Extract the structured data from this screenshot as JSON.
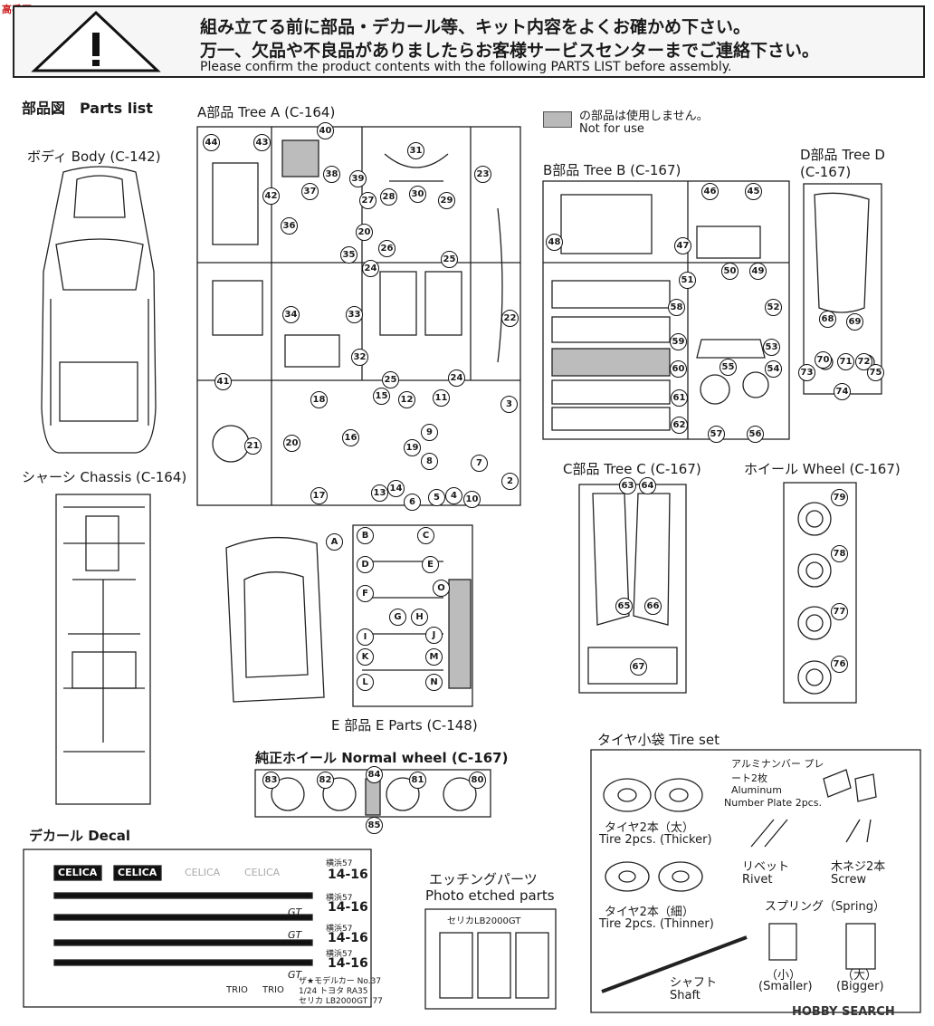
{
  "header": {
    "jp_line1": "組み立てる前に部品・デカール等、キット内容をよくお確かめ下さい。",
    "jp_line2": "万一、欠品や不良品がありましたらお客様サービスセンターまでご連絡下さい。",
    "en_line": "Please confirm the product contents with the following PARTS LIST before assembly."
  },
  "watermark": "高手网 gao-shou.com",
  "parts_list_title": "部品図　Parts list",
  "legend": {
    "jp": "の部品は使用しません。",
    "en": "Not for use"
  },
  "sections": {
    "body": "ボディ Body (C-142)",
    "chassis": "シャーシ Chassis (C-164)",
    "tree_a": "A部品 Tree A (C-164)",
    "tree_b": "B部品 Tree B (C-167)",
    "tree_c": "C部品 Tree C (C-167)",
    "tree_d": "D部品 Tree D (C-167)",
    "wheel": "ホイール Wheel (C-167)",
    "e_parts": "E 部品 E Parts (C-148)",
    "normal_wheel": "純正ホイール Normal wheel (C-167)",
    "decal": "デカール Decal",
    "photo_etched_jp": "エッチングパーツ",
    "photo_etched_en": "Photo etched parts",
    "tire_set": "タイヤ小袋 Tire set"
  },
  "tire_set": {
    "thick_jp": "タイヤ2本（太）",
    "thick_en": "Tire 2pcs. (Thicker)",
    "thin_jp": "タイヤ2本（細）",
    "thin_en": "Tire 2pcs. (Thinner)",
    "plate_jp": "アルミナンバー プレート2枚",
    "plate_en1": "Aluminum",
    "plate_en2": "Number Plate 2pcs.",
    "rivet_jp": "リベット",
    "rivet_en": "Rivet",
    "screw_jp": "木ネジ2本",
    "screw_en": "Screw",
    "spring": "スプリング（Spring）",
    "small_jp": "（小）",
    "small_en": "(Smaller)",
    "big_jp": "（大）",
    "big_en": "(Bigger)",
    "shaft_jp": "シャフト",
    "shaft_en": "Shaft"
  },
  "decal": {
    "brand": "CELICA",
    "plate_top": "横浜57",
    "plate_num": "14-16",
    "gt": "GT",
    "trio": "TRIO",
    "model_note": "ザ★モデルカー No.37",
    "model_note2": "1/24 トヨタ RA35",
    "model_note3": "セリカ LB2000GT '77"
  },
  "etched_title": "セリカLB2000GT",
  "tree_a_numbers": [
    "44",
    "43",
    "40",
    "38",
    "39",
    "31",
    "23",
    "42",
    "37",
    "27",
    "28",
    "30",
    "29",
    "36",
    "20",
    "26",
    "35",
    "24",
    "25",
    "22",
    "34",
    "33",
    "32",
    "41",
    "25",
    "24",
    "18",
    "15",
    "12",
    "11",
    "3",
    "21",
    "20",
    "16",
    "19",
    "9",
    "7",
    "8",
    "2",
    "17",
    "13",
    "14",
    "6",
    "5",
    "4",
    "10"
  ],
  "tree_b_numbers": [
    "46",
    "45",
    "48",
    "47",
    "51",
    "50",
    "49",
    "58",
    "52",
    "59",
    "53",
    "60",
    "55",
    "54",
    "61",
    "62",
    "57",
    "56"
  ],
  "tree_c_numbers": [
    "63",
    "64",
    "65",
    "66",
    "67"
  ],
  "tree_d_numbers": [
    "68",
    "69",
    "70",
    "71",
    "72",
    "73",
    "75",
    "74"
  ],
  "wheel_numbers": [
    "79",
    "78",
    "77",
    "76"
  ],
  "normal_wheel_numbers": [
    "83",
    "82",
    "84",
    "81",
    "80",
    "85"
  ],
  "e_letters": [
    "A",
    "B",
    "C",
    "D",
    "E",
    "F",
    "G",
    "H",
    "O",
    "I",
    "J",
    "K",
    "M",
    "L",
    "N"
  ],
  "footer": "HOBBY SEARCH"
}
